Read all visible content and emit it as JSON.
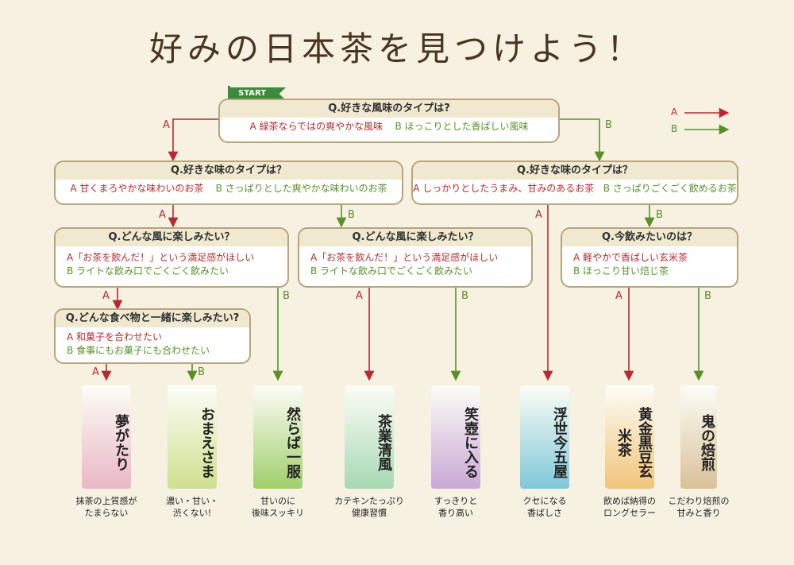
{
  "title": "好みの日本茶を見つけよう！",
  "start_label": "START",
  "legend": {
    "a": "A",
    "b": "B",
    "a_color": "#b72a32",
    "b_color": "#5a8f2a"
  },
  "q1": {
    "title": "Q.好きな風味のタイプは?",
    "a": "A  緑茶ならではの爽やかな風味",
    "b": "B  ほっこりとした香ばしい風味"
  },
  "q2": {
    "title": "Q.好きな味のタイプは？",
    "a": "A  甘くまろやかな味わいのお茶",
    "b": "B  さっぱりとした爽やかな味わいのお茶"
  },
  "q3": {
    "title": "Q.好きな味のタイプは？",
    "a": "A  しっかりとしたうまみ、甘みのあるお茶",
    "b": "B  さっぱりごくごく飲めるお茶"
  },
  "q4": {
    "title": "Q.どんな風に楽しみたい？",
    "a": "A「お茶を飲んだ！」という満足感がほしい",
    "b": "B  ライトな飲み口でごくごく飲みたい"
  },
  "q5": {
    "title": "Q.どんな風に楽しみたい？",
    "a": "A「お茶を飲んだ！」という満足感がほしい",
    "b": "B  ライトな飲み口でごくごく飲みたい"
  },
  "q6": {
    "title": "Q.今飲みたいのは？",
    "a": "A  軽やかで香ばしい玄米茶",
    "b": "B  ほっこり甘い焙じ茶"
  },
  "q7": {
    "title": "Q.どんな食べ物と一緒に楽しみたい?",
    "a": "A  和菓子を合わせたい",
    "b": "B  食事にもお菓子にも合わせたい"
  },
  "edge": {
    "a": "A",
    "b": "B"
  },
  "products": [
    {
      "name": "夢がたり",
      "caption1": "抹茶の上質感が",
      "caption2": "たまらない",
      "color": "#e9b7c6"
    },
    {
      "name": "おまえさま",
      "caption1": "濃い・甘い・",
      "caption2": "渋くない!",
      "color": "#cfe08e"
    },
    {
      "name": "然らば一服",
      "caption1": "甘いのに",
      "caption2": "後味スッキリ",
      "color": "#9fcf6a"
    },
    {
      "name": "茶業清風",
      "caption1": "カテキンたっぷり",
      "caption2": "健康習慣",
      "color": "#a7d9b4"
    },
    {
      "name": "笑壺に入る",
      "caption1": "すっきりと",
      "caption2": "香り高い",
      "color": "#c9a8d6"
    },
    {
      "name": "浮世今五屋",
      "caption1": "クセになる",
      "caption2": "香ばしさ",
      "color": "#7fc8d9"
    },
    {
      "name": "黄金黒豆玄米茶",
      "caption1": "飲めば納得の",
      "caption2": "ロングセラー",
      "color": "#f2c47a"
    },
    {
      "name": "鬼の焙煎",
      "caption1": "こだわり焙煎の",
      "caption2": "甘みと香り",
      "color": "#d9c199"
    }
  ]
}
